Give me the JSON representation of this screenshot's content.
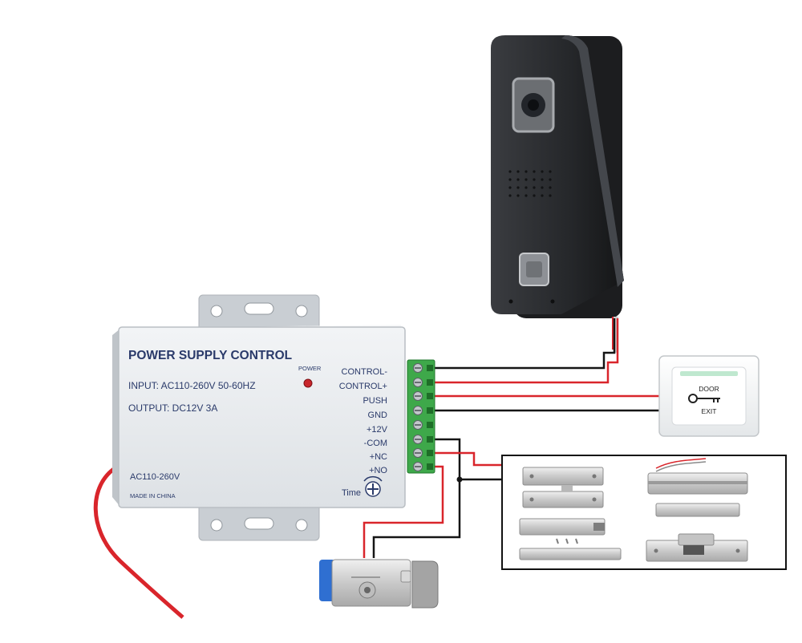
{
  "psu": {
    "title": "POWER SUPPLY CONTROL",
    "input_line": "INPUT: AC110-260V 50-60HZ",
    "output_line": "OUTPUT: DC12V  3A",
    "ac_label": "AC110-260V",
    "origin": "MADE IN CHINA",
    "power_led_label": "POWER",
    "time_label": "Time",
    "terminals": [
      "CONTROL-",
      "CONTROL+",
      "PUSH",
      "GND",
      "+12V",
      "-COM",
      "+NC",
      "+NO"
    ]
  },
  "exit_button": {
    "line1": "DOOR",
    "line2": "EXIT"
  },
  "colors": {
    "wire_red": "#d9252b",
    "wire_black": "#151515",
    "terminal_green": "#3ea84a",
    "psu_body": "#e9ecef",
    "label_blue": "#2a3a6a",
    "doorbell_body": "#2b2d30"
  }
}
